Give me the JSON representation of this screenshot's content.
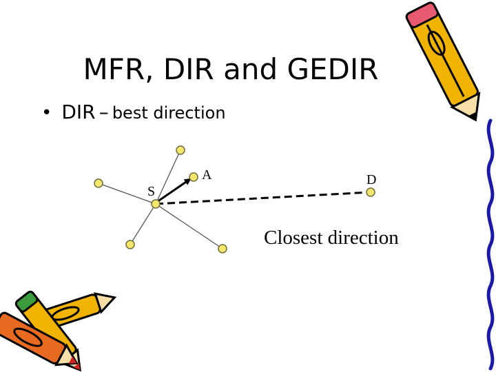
{
  "slide": {
    "title": "MFR, DIR and GEDIR",
    "bullet": {
      "marker": "•",
      "main": "DIR",
      "dash": "–",
      "sub": "best direction"
    }
  },
  "diagram": {
    "labels": {
      "source": "S",
      "neighbor_a": "A",
      "destination": "D"
    },
    "caption": "Closest direction",
    "colors": {
      "node_fill": "#f5e66e",
      "node_stroke": "#6b6b3a",
      "edge": "#555555",
      "path": "#000000"
    }
  },
  "decor": {
    "icons": [
      "pencil-icon",
      "crayons-icon",
      "squiggle-border"
    ]
  }
}
